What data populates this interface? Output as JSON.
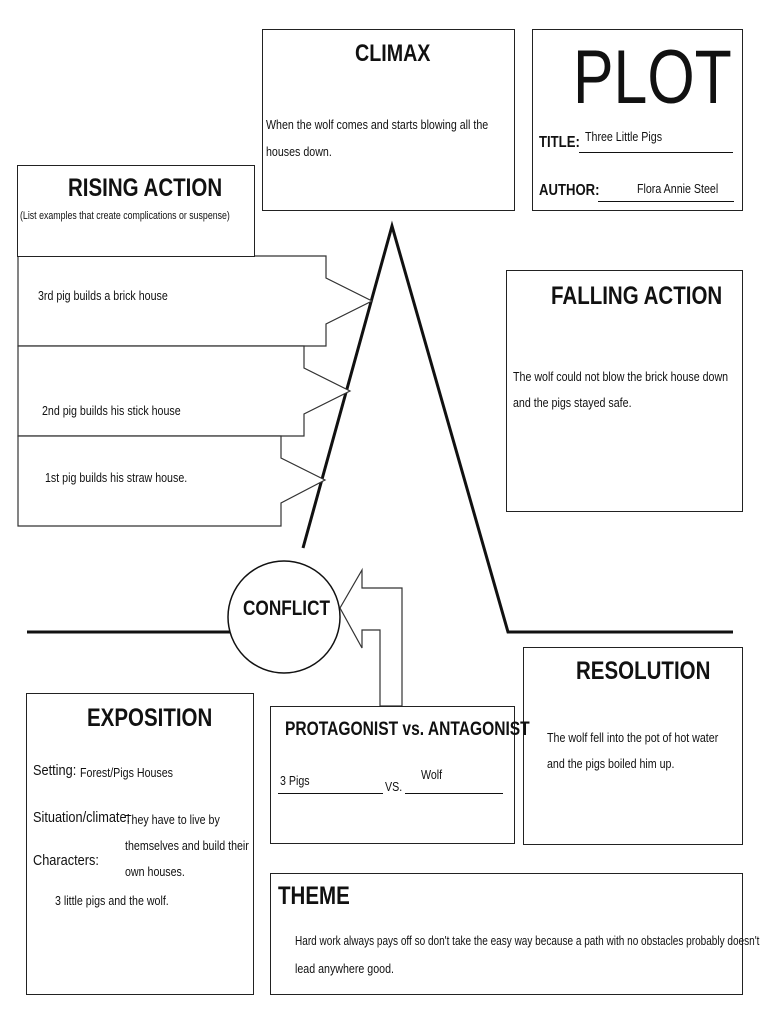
{
  "plot": {
    "heading": "PLOT",
    "title_label": "TITLE:",
    "title_value": "Three Little Pigs",
    "author_label": "AUTHOR:",
    "author_value": "Flora Annie Steel"
  },
  "climax": {
    "heading": "CLIMAX",
    "line1": "When the wolf comes and starts blowing all the",
    "line2": "houses down."
  },
  "rising_action": {
    "heading": "RISING ACTION",
    "subheading": "(List examples that create complications or suspense)",
    "items": [
      "3rd pig builds a brick house",
      "2nd pig builds his stick house",
      "1st pig builds his straw house."
    ]
  },
  "falling_action": {
    "heading": "FALLING ACTION",
    "line1": "The wolf could not blow the brick house down",
    "line2": "and the pigs stayed safe."
  },
  "conflict": {
    "label": "CONFLICT"
  },
  "resolution": {
    "heading": "RESOLUTION",
    "line1": "The wolf fell into the pot of hot water",
    "line2": "and the pigs boiled him up."
  },
  "exposition": {
    "heading": "EXPOSITION",
    "setting_label": "Setting:",
    "setting_value": "Forest/Pigs Houses",
    "situation_label": "Situation/climate:",
    "situation_line1": "They have to live by",
    "situation_line2": "themselves and build their",
    "situation_line3": "own houses.",
    "characters_label": "Characters:",
    "characters_value": "3 little pigs and the wolf."
  },
  "protagonist": {
    "heading": "PROTAGONIST vs. ANTAGONIST",
    "protagonist_value": "3 Pigs",
    "vs_label": "VS.",
    "antagonist_value": "Wolf"
  },
  "theme": {
    "heading": "THEME",
    "line1": "Hard work always pays off so don't take the easy way because a path with no obstacles probably doesn't",
    "line2": "lead anywhere good."
  }
}
